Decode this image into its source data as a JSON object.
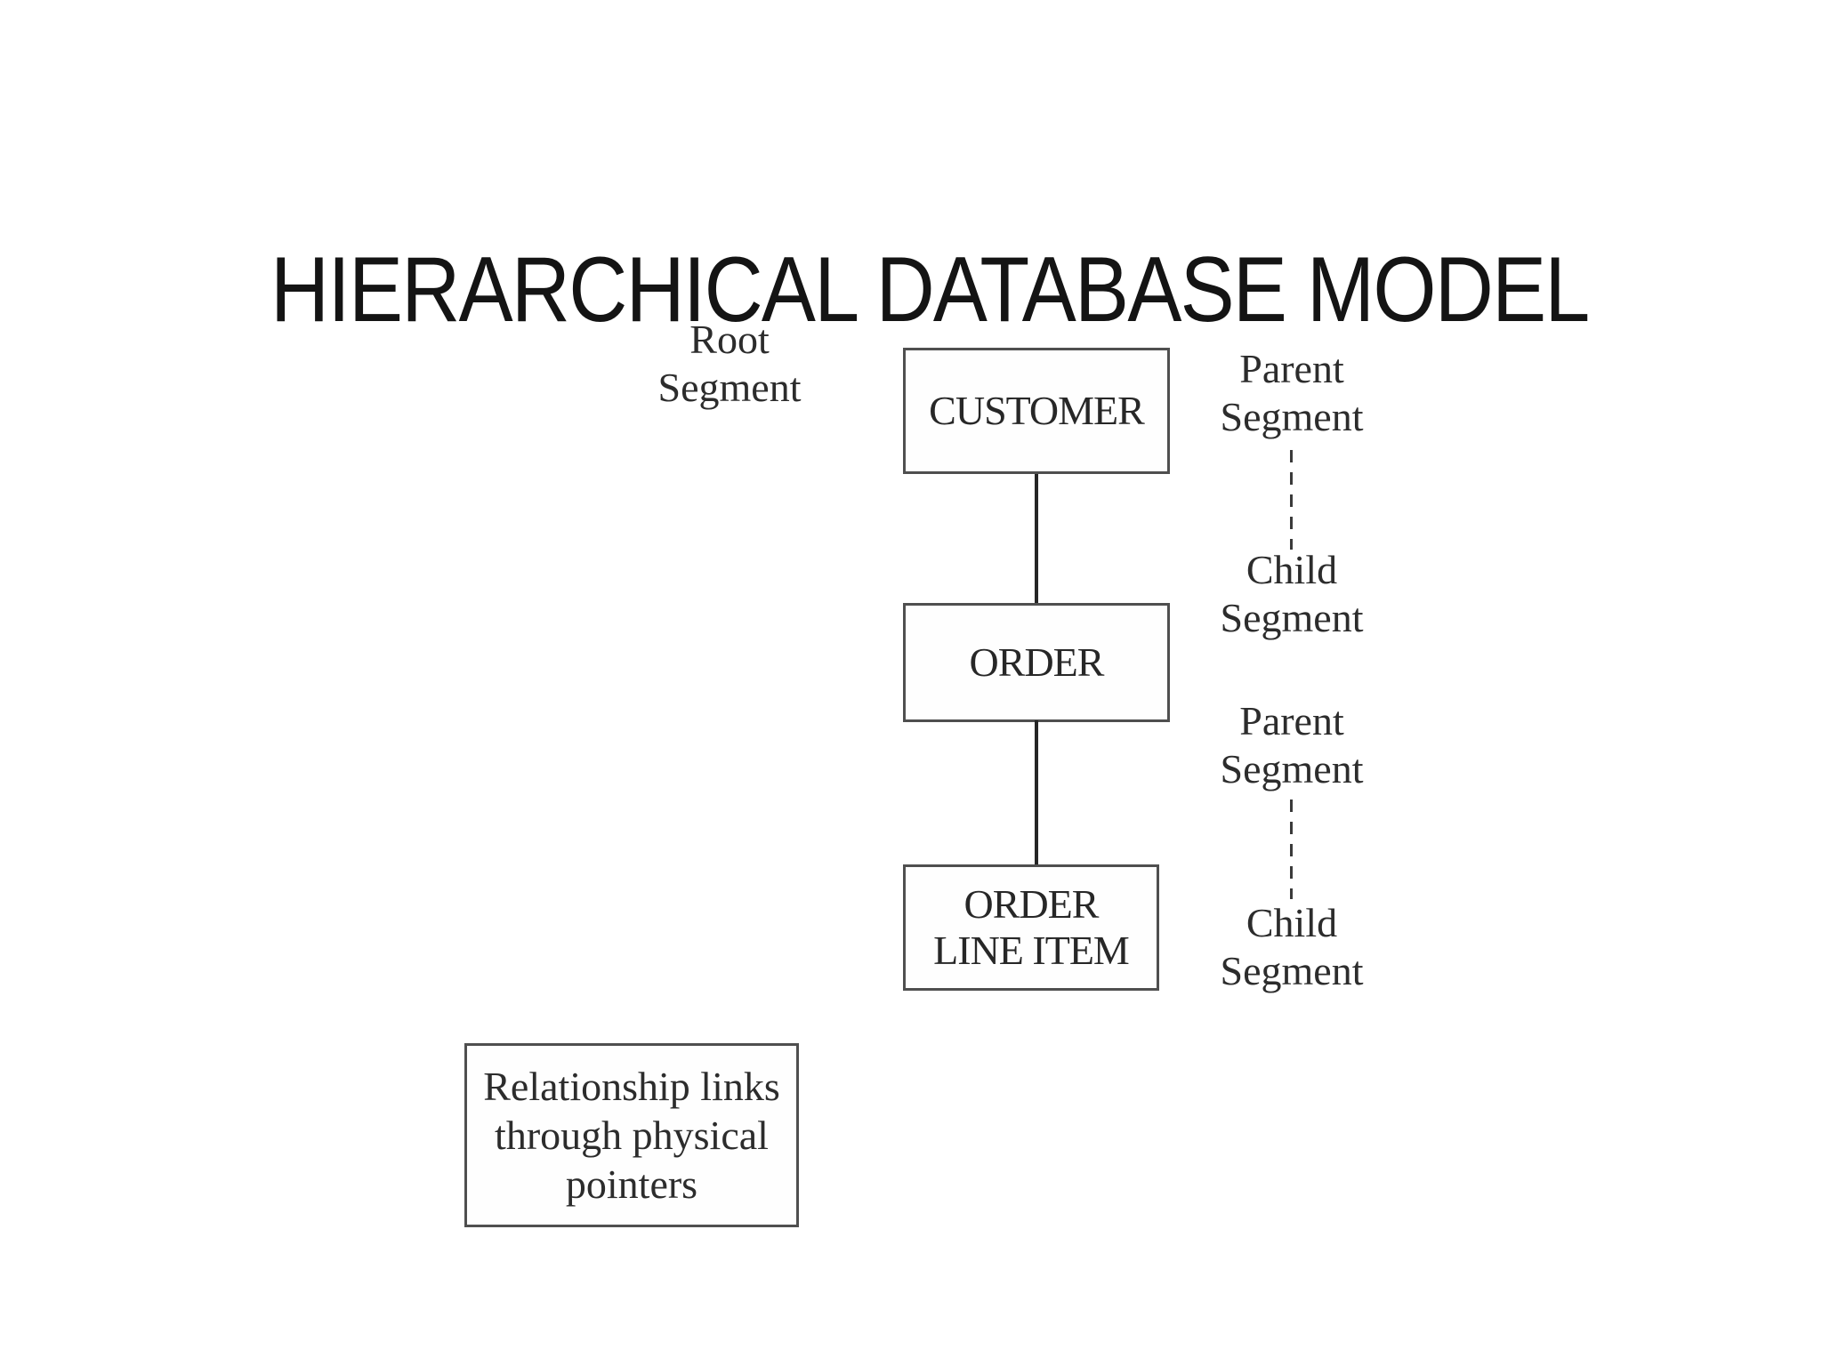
{
  "title": "HIERARCHICAL DATABASE MODEL",
  "diagram": {
    "root_label": {
      "line1": "Root",
      "line2": "Segment"
    },
    "nodes": [
      {
        "id": "customer",
        "label": "CUSTOMER"
      },
      {
        "id": "order",
        "label": "ORDER"
      },
      {
        "id": "order-line-item",
        "label_line1": "ORDER",
        "label_line2": "LINE ITEM"
      }
    ],
    "side_labels": [
      {
        "line1": "Parent",
        "line2": "Segment"
      },
      {
        "line1": "Child",
        "line2": "Segment"
      },
      {
        "line1": "Parent",
        "line2": "Segment"
      },
      {
        "line1": "Child",
        "line2": "Segment"
      }
    ],
    "note": {
      "line1": "Relationship links",
      "line2": "through physical",
      "line3": "pointers"
    }
  },
  "colors": {
    "background": "#ffffff",
    "title_ink": "#141414",
    "label_ink": "#2c2c2c",
    "box_border": "#4f4f4f",
    "connector_solid": "#252525",
    "connector_dashed": "#3a3a3a"
  }
}
